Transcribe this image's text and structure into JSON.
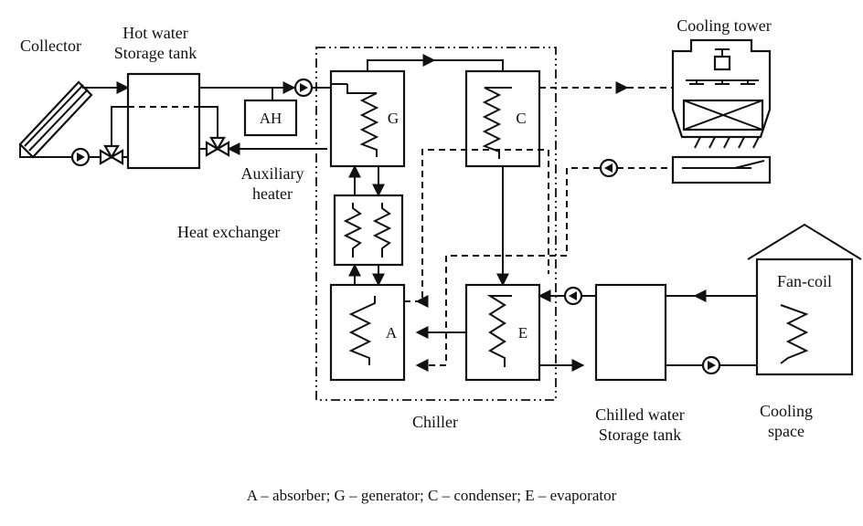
{
  "diagram": {
    "labels": {
      "collector": "Collector",
      "hot_water_tank_line1": "Hot water",
      "hot_water_tank_line2": "Storage tank",
      "aux_heater_box": "AH",
      "aux_heater_line1": "Auxiliary",
      "aux_heater_line2": "heater",
      "generator": "G",
      "condenser": "C",
      "absorber": "A",
      "evaporator": "E",
      "heat_exchanger": "Heat exchanger",
      "cooling_tower": "Cooling tower",
      "chiller": "Chiller",
      "chilled_tank_line1": "Chilled water",
      "chilled_tank_line2": "Storage tank",
      "fan_coil": "Fan-coil",
      "cooling_space_line1": "Cooling",
      "cooling_space_line2": "space"
    },
    "legend": "A – absorber;  G – generator;  C – condenser;  E – evaporator"
  }
}
